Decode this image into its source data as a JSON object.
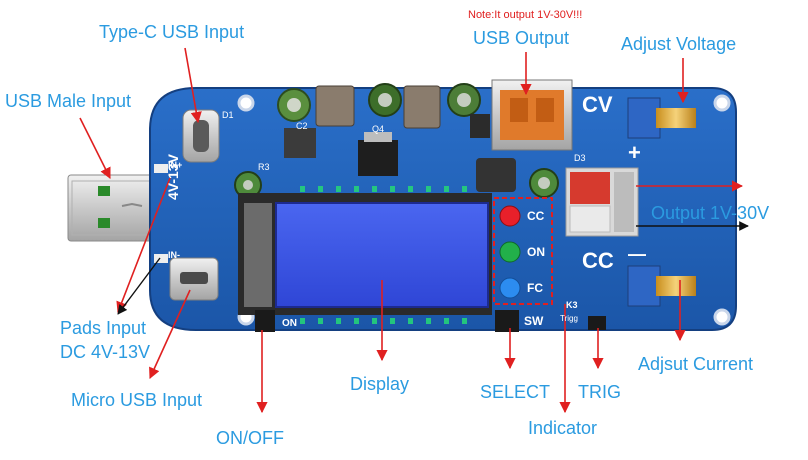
{
  "note": "Note:It output 1V-30V!!!",
  "labels": {
    "type_c_usb_input": "Type-C USB Input",
    "usb_output": "USB Output",
    "adjust_voltage": "Adjust Voltage",
    "usb_male_input": "USB Male Input",
    "output_range": "Output 1V-30V",
    "pads_input_line1": "Pads Input",
    "pads_input_line2": "DC 4V-13V",
    "micro_usb_input": "Micro USB Input",
    "display": "Display",
    "select": "SELECT",
    "trig": "TRIG",
    "adjust_current": "Adjsut Current",
    "indicator": "Indicator",
    "on_off": "ON/OFF"
  },
  "silkscreen": {
    "cv": "CV",
    "cc": "CC",
    "plus": "+",
    "minus": "—",
    "voltage_range": "4V-13V",
    "led_cc": "CC",
    "led_on": "ON",
    "led_fc": "FC",
    "sw": "SW",
    "on": "ON",
    "k3": "K3",
    "trigg": "Trigg",
    "in_plus": "IN+",
    "in_minus": "IN-",
    "c2": "C2",
    "q4": "Q4",
    "d1": "D1",
    "r3": "R3",
    "d3": "D3"
  },
  "colors": {
    "label_blue": "#2b9be0",
    "arrow_red": "#e02020",
    "pcb_blue": "#1d5fb8",
    "lcd_blue": "#3a57e6",
    "led_red": "#e8202a",
    "led_green": "#22b04a",
    "led_blue": "#2c8cf0"
  }
}
